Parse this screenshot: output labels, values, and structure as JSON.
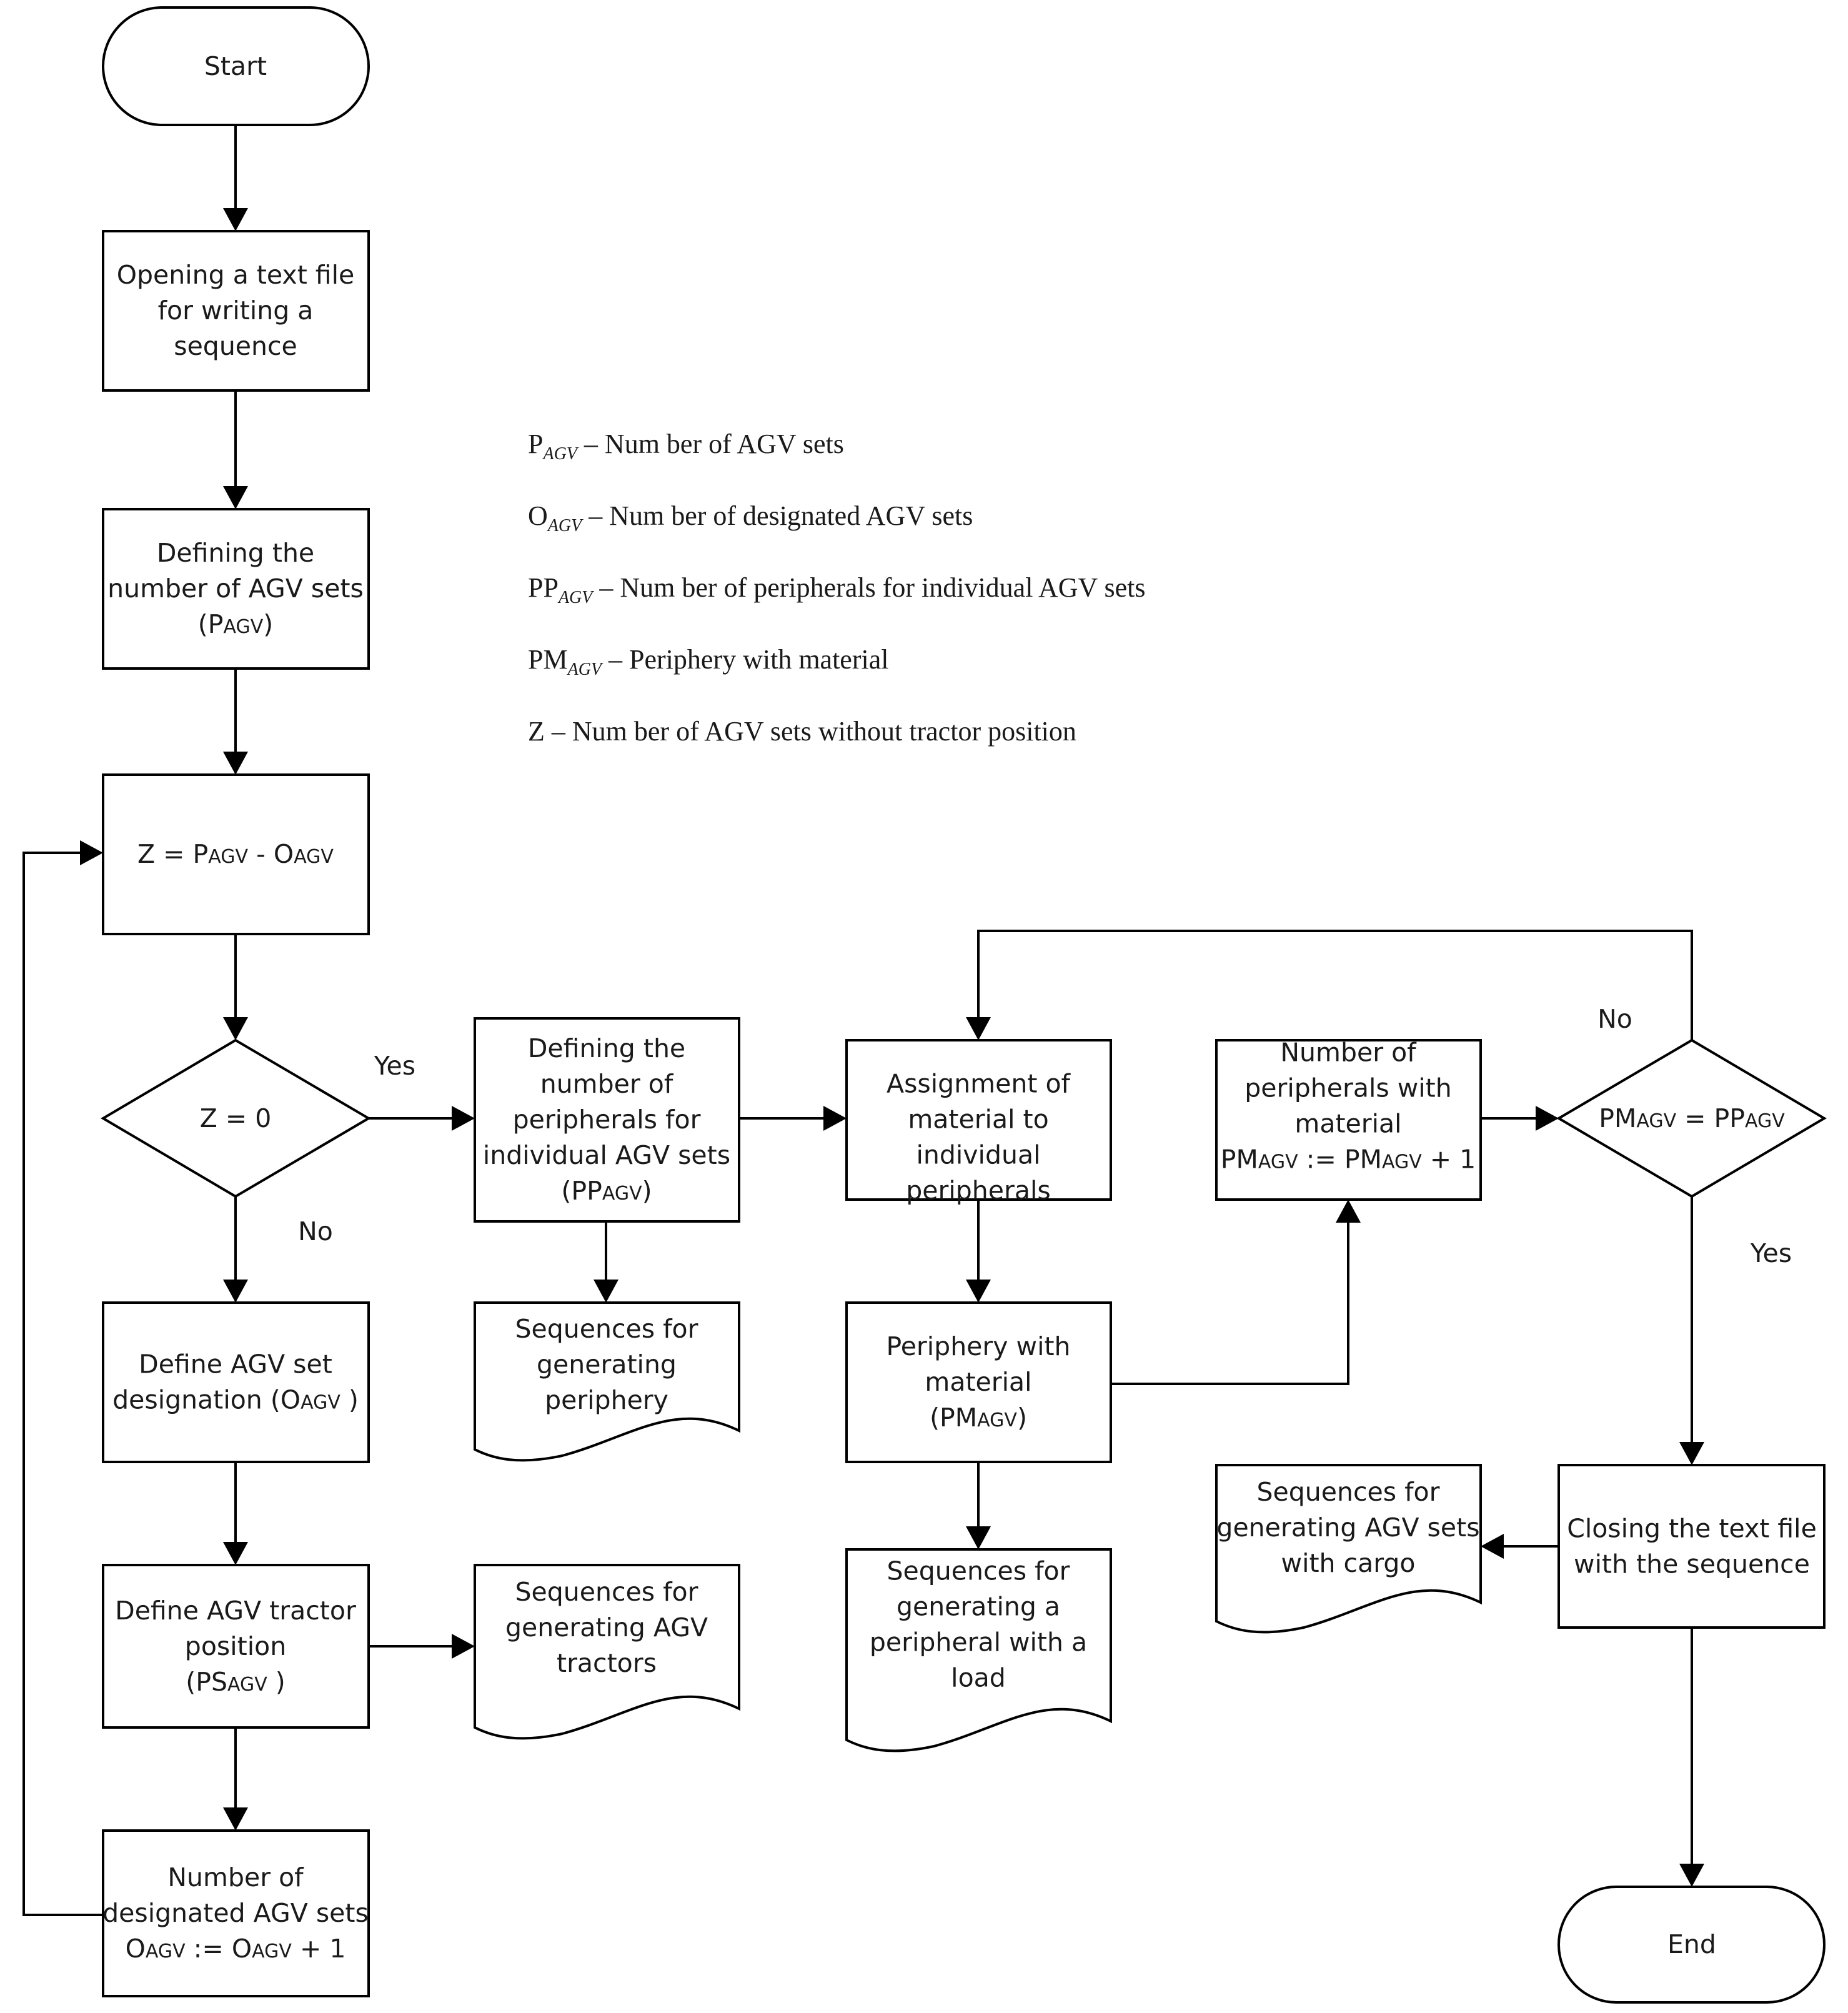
{
  "nodes": {
    "start": {
      "lines": [
        [
          "Start"
        ]
      ]
    },
    "open_file": {
      "lines": [
        [
          "Opening a text file"
        ],
        [
          "for writing a"
        ],
        [
          "sequence"
        ]
      ]
    },
    "define_pagv": {
      "lines": [
        [
          "Defining the"
        ],
        [
          "number of AGV sets"
        ],
        [
          "(P",
          {
            "sc": "AGV"
          },
          ")"
        ]
      ]
    },
    "z_assign": {
      "lines": [
        [
          "Z = P",
          {
            "sc": "AGV"
          },
          " - O",
          {
            "sc": "AGV"
          }
        ]
      ]
    },
    "z_decision": {
      "lines": [
        [
          "Z = 0"
        ]
      ]
    },
    "define_ppagv": {
      "lines": [
        [
          "Defining the"
        ],
        [
          "number of"
        ],
        [
          "peripherals for"
        ],
        [
          "individual AGV sets"
        ],
        [
          "(PP",
          {
            "sc": "AGV"
          },
          ")"
        ]
      ]
    },
    "seq_periphery": {
      "lines": [
        [
          "Sequences for"
        ],
        [
          "generating"
        ],
        [
          "periphery"
        ]
      ]
    },
    "assign_material": {
      "lines": [
        [
          "Assignment of"
        ],
        [
          "material to"
        ],
        [
          "individual"
        ],
        [
          "peripherals"
        ]
      ]
    },
    "periphery_material": {
      "lines": [
        [
          "Periphery with"
        ],
        [
          "material"
        ],
        [
          "(PM",
          {
            "sc": "AGV"
          },
          ")"
        ]
      ]
    },
    "seq_peripheral_load": {
      "lines": [
        [
          "Sequences for"
        ],
        [
          "generating a"
        ],
        [
          "peripheral with a"
        ],
        [
          "load"
        ]
      ]
    },
    "num_periph_material": {
      "lines": [
        [
          "Number of"
        ],
        [
          "peripherals with"
        ],
        [
          "material"
        ],
        [
          "PM",
          {
            "sc": "AGV"
          },
          " := PM",
          {
            "sc": "AGV"
          },
          " + 1"
        ]
      ]
    },
    "pm_decision": {
      "lines": [
        [
          "PM",
          {
            "sc": "AGV"
          },
          " = PP",
          {
            "sc": "AGV"
          }
        ]
      ]
    },
    "define_oagv": {
      "lines": [
        [
          "Define AGV set"
        ],
        [
          "designation (O",
          {
            "sc": "AGV"
          },
          " )"
        ]
      ]
    },
    "define_tractor": {
      "lines": [
        [
          "Define AGV tractor"
        ],
        [
          "position"
        ],
        [
          "(PS",
          {
            "sc": "AGV"
          },
          " )"
        ]
      ]
    },
    "seq_tractors": {
      "lines": [
        [
          "Sequences for"
        ],
        [
          "generating AGV"
        ],
        [
          "tractors"
        ]
      ]
    },
    "num_designated": {
      "lines": [
        [
          "Number of"
        ],
        [
          "designated AGV sets"
        ],
        [
          "O",
          {
            "sc": "AGV"
          },
          " := O",
          {
            "sc": "AGV"
          },
          " + 1"
        ]
      ]
    },
    "close_file": {
      "lines": [
        [
          "Closing the text file"
        ],
        [
          "with the sequence"
        ]
      ]
    },
    "seq_cargo": {
      "lines": [
        [
          "Sequences for"
        ],
        [
          "generating AGV sets"
        ],
        [
          "with cargo"
        ]
      ]
    },
    "end": {
      "lines": [
        [
          "End"
        ]
      ]
    }
  },
  "edge_labels": {
    "yes_z": "Yes",
    "no_z": "No",
    "no_pm": "No",
    "yes_pm": "Yes"
  },
  "legend": [
    {
      "symbol": "P",
      "sub": "AGV",
      "text": " – Num ber of AGV sets"
    },
    {
      "symbol": "O",
      "sub": "AGV",
      "text": " – Num ber of designated AGV  sets"
    },
    {
      "symbol": "PP",
      "sub": "AGV",
      "text": " – Num ber of peripherals for individual AGV  sets"
    },
    {
      "symbol": "PM",
      "sub": "AGV",
      "text": " – Periphery with material"
    },
    {
      "symbol": "Z",
      "sub": "",
      "text": " – Num ber of AGV sets without tractor position"
    }
  ]
}
